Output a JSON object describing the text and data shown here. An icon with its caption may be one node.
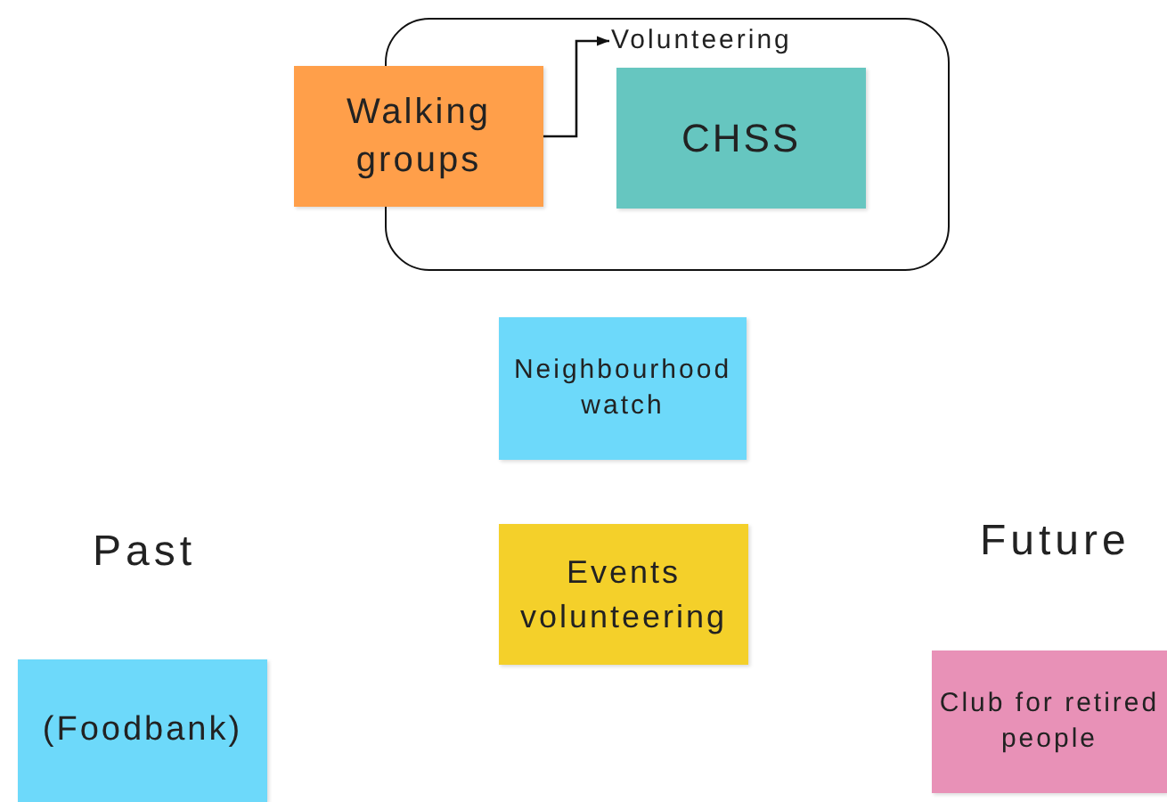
{
  "diagram": {
    "nodes": [
      {
        "text": [],
        "shape": "box"
      },
      {
        "text": [
          "Walking groups"
        ]
      },
      {
        "text": [
          "Volunteering"
        ],
        "in": 0
      },
      {
        "text": [
          "CHSS"
        ],
        "in": 0
      },
      {
        "text": [
          "Neighbourhood watch"
        ]
      },
      {
        "text": [
          "Events volunteering"
        ]
      },
      {
        "text": [
          "(Foodbank)"
        ]
      },
      {
        "text": [
          "Club for retired people"
        ]
      }
    ],
    "edges": [
      {
        "from": 1,
        "to": 2,
        "arrow": "to"
      }
    ],
    "labels": [
      "Past",
      "Future"
    ]
  }
}
